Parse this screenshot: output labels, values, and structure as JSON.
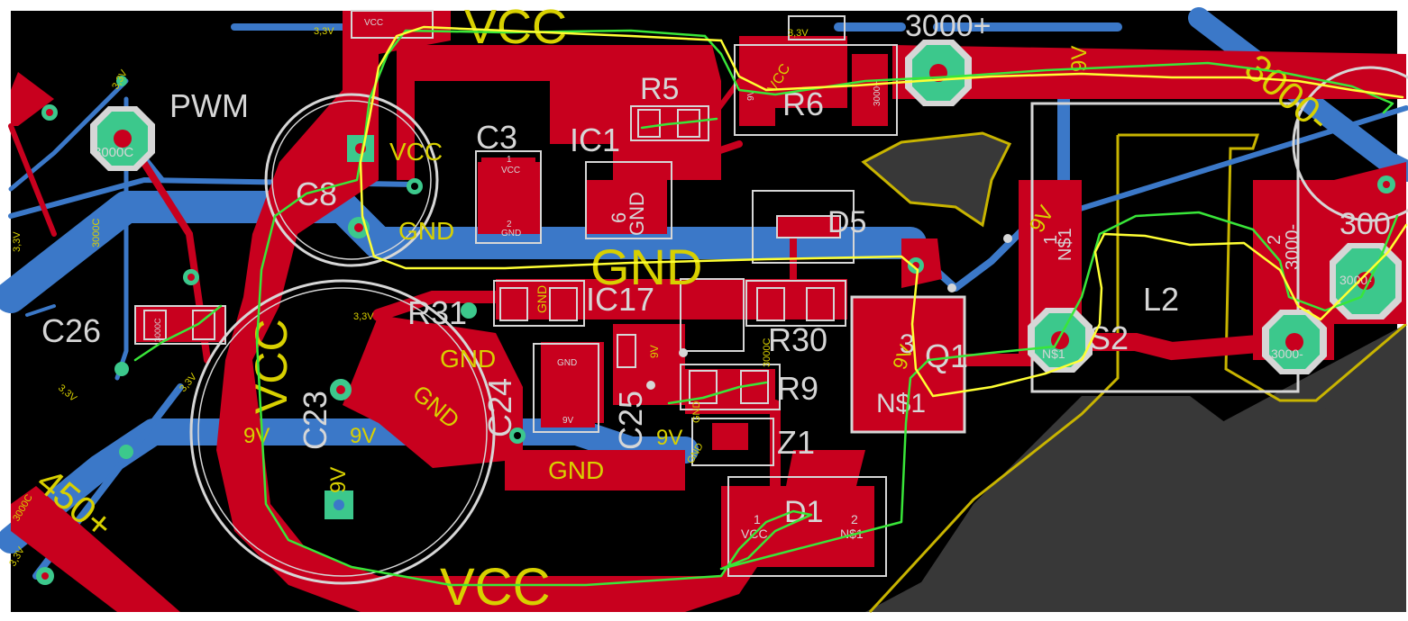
{
  "colors": {
    "background": "#000000",
    "top_copper": "#c8001e",
    "bottom_copper": "#3b78c8",
    "silkscreen": "#d6d6d6",
    "net_label": "#d8d000",
    "via": "#3cc88c",
    "polygon": "#383838",
    "outline_yellow": "#c8b400",
    "annotation_green": "#39e639",
    "annotation_yellow": "#ffff33"
  },
  "components": {
    "pwm": "PWM",
    "c3": "C3",
    "ic1": "IC1",
    "r5": "R5",
    "r6": "R6",
    "c8": "C8",
    "d5": "D5",
    "c26": "C26",
    "r31": "R31",
    "ic17": "IC17",
    "r30": "R30",
    "q1": "Q1",
    "s2": "S2",
    "l2": "L2",
    "c23": "C23",
    "c24": "C24",
    "c25": "C25",
    "r9": "R9",
    "z1": "Z1",
    "d1": "D1"
  },
  "nets": {
    "vcc_top": "VCC",
    "vcc_bottom": "VCC",
    "vcc_left": "VCC",
    "vcc_c8": "VCC",
    "gnd_main": "GND",
    "gnd_c8": "GND",
    "gnd_2": "GND",
    "gnd_3": "GND",
    "gnd_4": "GND",
    "n3000_plus": "3000+",
    "n3000_minus": "3000-",
    "n300": "300",
    "n450_plus": "450+",
    "n9v_c23_left": "9V",
    "n9v_c23_right": "9V",
    "n9v_c23_pad": "9V",
    "n9v_c25": "9V",
    "n9v_r6": "9V",
    "n9v_s2": "9V",
    "n9v_q1": "9V",
    "ns1_q1": "N$1",
    "q1_pin": "3",
    "l2_pin1": "1",
    "l2_pin2": "2",
    "l2_ns1": "N$1",
    "l2_3000m": "3000-"
  },
  "small_labels": {
    "v33_a": "3,3V",
    "v33_b": "3,3V",
    "v33_c": "3,3V",
    "v33_d": "3,3V",
    "v33_e": "3,3V",
    "v33_f": "3,3V",
    "v33_g": "3,3V",
    "v33_h": "3,3V",
    "s3000c_a": "3000C",
    "s3000c_b": "3000C",
    "s3000c_c": "3000C",
    "pwm_via": "3000C",
    "via_3000_a": "3000-",
    "via_3000_b": "3000-",
    "via_ns1": "N$1",
    "c3_vcc": "VCC",
    "c3_gnd": "GND",
    "c3_p1": "1",
    "c3_p2": "2",
    "ic1_gnd": "GND",
    "ic1_pin": "6",
    "r6_vcc": "VCC",
    "r6_3000": "3000+",
    "r6_9v": "9V",
    "c24_gnd": "GND",
    "c24_9v": "9V",
    "d1_vcc": "VCC",
    "d1_ns1": "N$1",
    "d1_p1": "1",
    "d1_p2": "2",
    "r9_gnd": "GND",
    "vcc_top_pad": "VCC",
    "gnd_ic17": "GND",
    "pin_9v_c25": "9V",
    "z1_gnd": "GND",
    "r30_vcc": "3000C"
  }
}
